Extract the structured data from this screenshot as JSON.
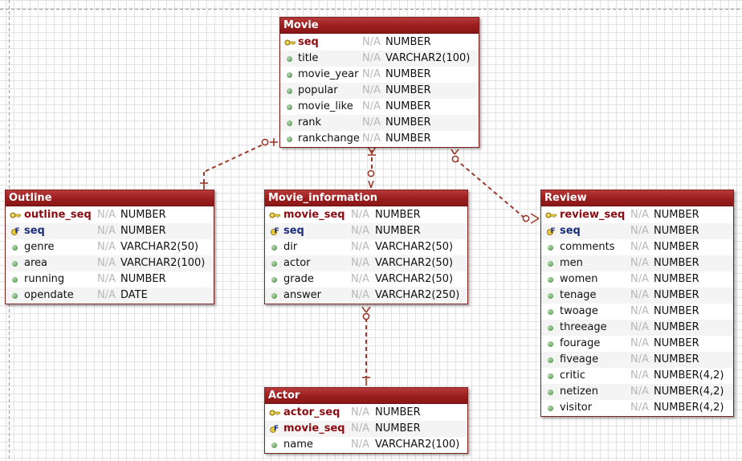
{
  "tables": [
    {
      "id": "movie",
      "name": "Movie",
      "columns": [
        {
          "name": "seq",
          "null": "N/A",
          "type": "NUMBER",
          "kind": "pk"
        },
        {
          "name": "title",
          "null": "N/A",
          "type": "VARCHAR2(100)",
          "kind": "col"
        },
        {
          "name": "movie_year",
          "null": "N/A",
          "type": "NUMBER",
          "kind": "col"
        },
        {
          "name": "popular",
          "null": "N/A",
          "type": "NUMBER",
          "kind": "col"
        },
        {
          "name": "movie_like",
          "null": "N/A",
          "type": "NUMBER",
          "kind": "col"
        },
        {
          "name": "rank",
          "null": "N/A",
          "type": "NUMBER",
          "kind": "col"
        },
        {
          "name": "rankchange",
          "null": "N/A",
          "type": "NUMBER",
          "kind": "col"
        }
      ]
    },
    {
      "id": "outline",
      "name": "Outline",
      "columns": [
        {
          "name": "outline_seq",
          "null": "N/A",
          "type": "NUMBER",
          "kind": "pk"
        },
        {
          "name": "seq",
          "null": "N/A",
          "type": "NUMBER",
          "kind": "fk"
        },
        {
          "name": "genre",
          "null": "N/A",
          "type": "VARCHAR2(50)",
          "kind": "col"
        },
        {
          "name": "area",
          "null": "N/A",
          "type": "VARCHAR2(100)",
          "kind": "col"
        },
        {
          "name": "running",
          "null": "N/A",
          "type": "NUMBER",
          "kind": "col"
        },
        {
          "name": "opendate",
          "null": "N/A",
          "type": "DATE",
          "kind": "col"
        }
      ]
    },
    {
      "id": "movie_information",
      "name": "Movie_information",
      "columns": [
        {
          "name": "movie_seq",
          "null": "N/A",
          "type": "NUMBER",
          "kind": "pk"
        },
        {
          "name": "seq",
          "null": "N/A",
          "type": "NUMBER",
          "kind": "fk"
        },
        {
          "name": "dir",
          "null": "N/A",
          "type": "VARCHAR2(50)",
          "kind": "col"
        },
        {
          "name": "actor",
          "null": "N/A",
          "type": "VARCHAR2(50)",
          "kind": "col"
        },
        {
          "name": "grade",
          "null": "N/A",
          "type": "VARCHAR2(50)",
          "kind": "col"
        },
        {
          "name": "answer",
          "null": "N/A",
          "type": "VARCHAR2(250)",
          "kind": "col"
        }
      ]
    },
    {
      "id": "review",
      "name": "Review",
      "columns": [
        {
          "name": "review_seq",
          "null": "N/A",
          "type": "NUMBER",
          "kind": "pk"
        },
        {
          "name": "seq",
          "null": "N/A",
          "type": "NUMBER",
          "kind": "fk"
        },
        {
          "name": "comments",
          "null": "N/A",
          "type": "NUMBER",
          "kind": "col"
        },
        {
          "name": "men",
          "null": "N/A",
          "type": "NUMBER",
          "kind": "col"
        },
        {
          "name": "women",
          "null": "N/A",
          "type": "NUMBER",
          "kind": "col"
        },
        {
          "name": "tenage",
          "null": "N/A",
          "type": "NUMBER",
          "kind": "col"
        },
        {
          "name": "twoage",
          "null": "N/A",
          "type": "NUMBER",
          "kind": "col"
        },
        {
          "name": "threeage",
          "null": "N/A",
          "type": "NUMBER",
          "kind": "col"
        },
        {
          "name": "fourage",
          "null": "N/A",
          "type": "NUMBER",
          "kind": "col"
        },
        {
          "name": "fiveage",
          "null": "N/A",
          "type": "NUMBER",
          "kind": "col"
        },
        {
          "name": "critic",
          "null": "N/A",
          "type": "NUMBER(4,2)",
          "kind": "col"
        },
        {
          "name": "netizen",
          "null": "N/A",
          "type": "NUMBER(4,2)",
          "kind": "col"
        },
        {
          "name": "visitor",
          "null": "N/A",
          "type": "NUMBER(4,2)",
          "kind": "col"
        }
      ]
    },
    {
      "id": "actor",
      "name": "Actor",
      "columns": [
        {
          "name": "actor_seq",
          "null": "N/A",
          "type": "NUMBER",
          "kind": "pk"
        },
        {
          "name": "movie_seq",
          "null": "N/A",
          "type": "NUMBER",
          "kind": "pkfk"
        },
        {
          "name": "name",
          "null": "N/A",
          "type": "VARCHAR2(100)",
          "kind": "col"
        }
      ]
    }
  ],
  "relationships": [
    {
      "from": "movie",
      "to": "outline",
      "parent_end": "zero-or-one",
      "child_end": "one"
    },
    {
      "from": "movie",
      "to": "movie_information",
      "parent_end": "one",
      "child_end": "zero-or-one"
    },
    {
      "from": "movie",
      "to": "review",
      "parent_end": "zero-or-one",
      "child_end": "zero-or-many"
    },
    {
      "from": "movie_information",
      "to": "actor",
      "parent_end": "zero-or-one",
      "child_end": "one"
    }
  ],
  "colors": {
    "header": "#9a1d1d",
    "line": "#9b3b2b",
    "pk_text": "#8b0d12",
    "fk_text": "#1c2f7a",
    "key_icon": "#d8b82a",
    "column_dot": "#6ea86a"
  },
  "icons": {
    "pk": "key-icon",
    "fk": "foreign-key-icon",
    "pkfk": "key-icon",
    "col": "column-dot-icon"
  }
}
